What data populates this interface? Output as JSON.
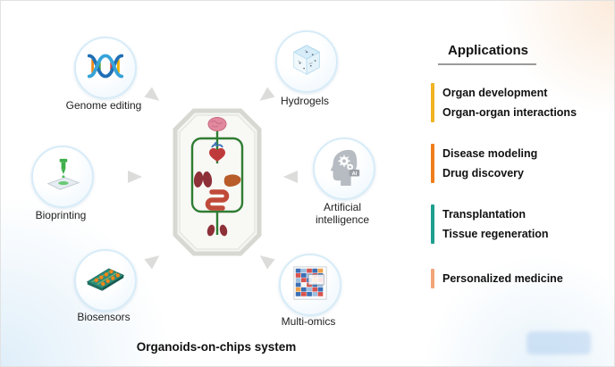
{
  "title": "Organoids-on-chips system",
  "nodes": [
    {
      "label": "Genome editing",
      "icon": "dna-icon"
    },
    {
      "label": "Hydrogels",
      "icon": "hydrogel-cube-icon"
    },
    {
      "label": "Bioprinting",
      "icon": "bioprinter-icon"
    },
    {
      "label": "Artificial intelligence",
      "icon": "ai-head-icon",
      "icon_text": "AI"
    },
    {
      "label": "Biosensors",
      "icon": "biosensor-chip-icon"
    },
    {
      "label": "Multi-omics",
      "icon": "multiomics-heatmap-icon"
    }
  ],
  "center": {
    "icon": "organoid-chip-illustration"
  },
  "applications": {
    "header": "Applications",
    "groups": [
      {
        "color": "#f0b321",
        "items": [
          "Organ development",
          "Organ-organ interactions"
        ]
      },
      {
        "color": "#ef7d1a",
        "items": [
          "Disease modeling",
          "Drug discovery"
        ]
      },
      {
        "color": "#1d9e8f",
        "items": [
          "Transplantation",
          "Tissue regeneration"
        ]
      },
      {
        "color": "#f2a477",
        "items": [
          "Personalized medicine"
        ]
      }
    ]
  }
}
